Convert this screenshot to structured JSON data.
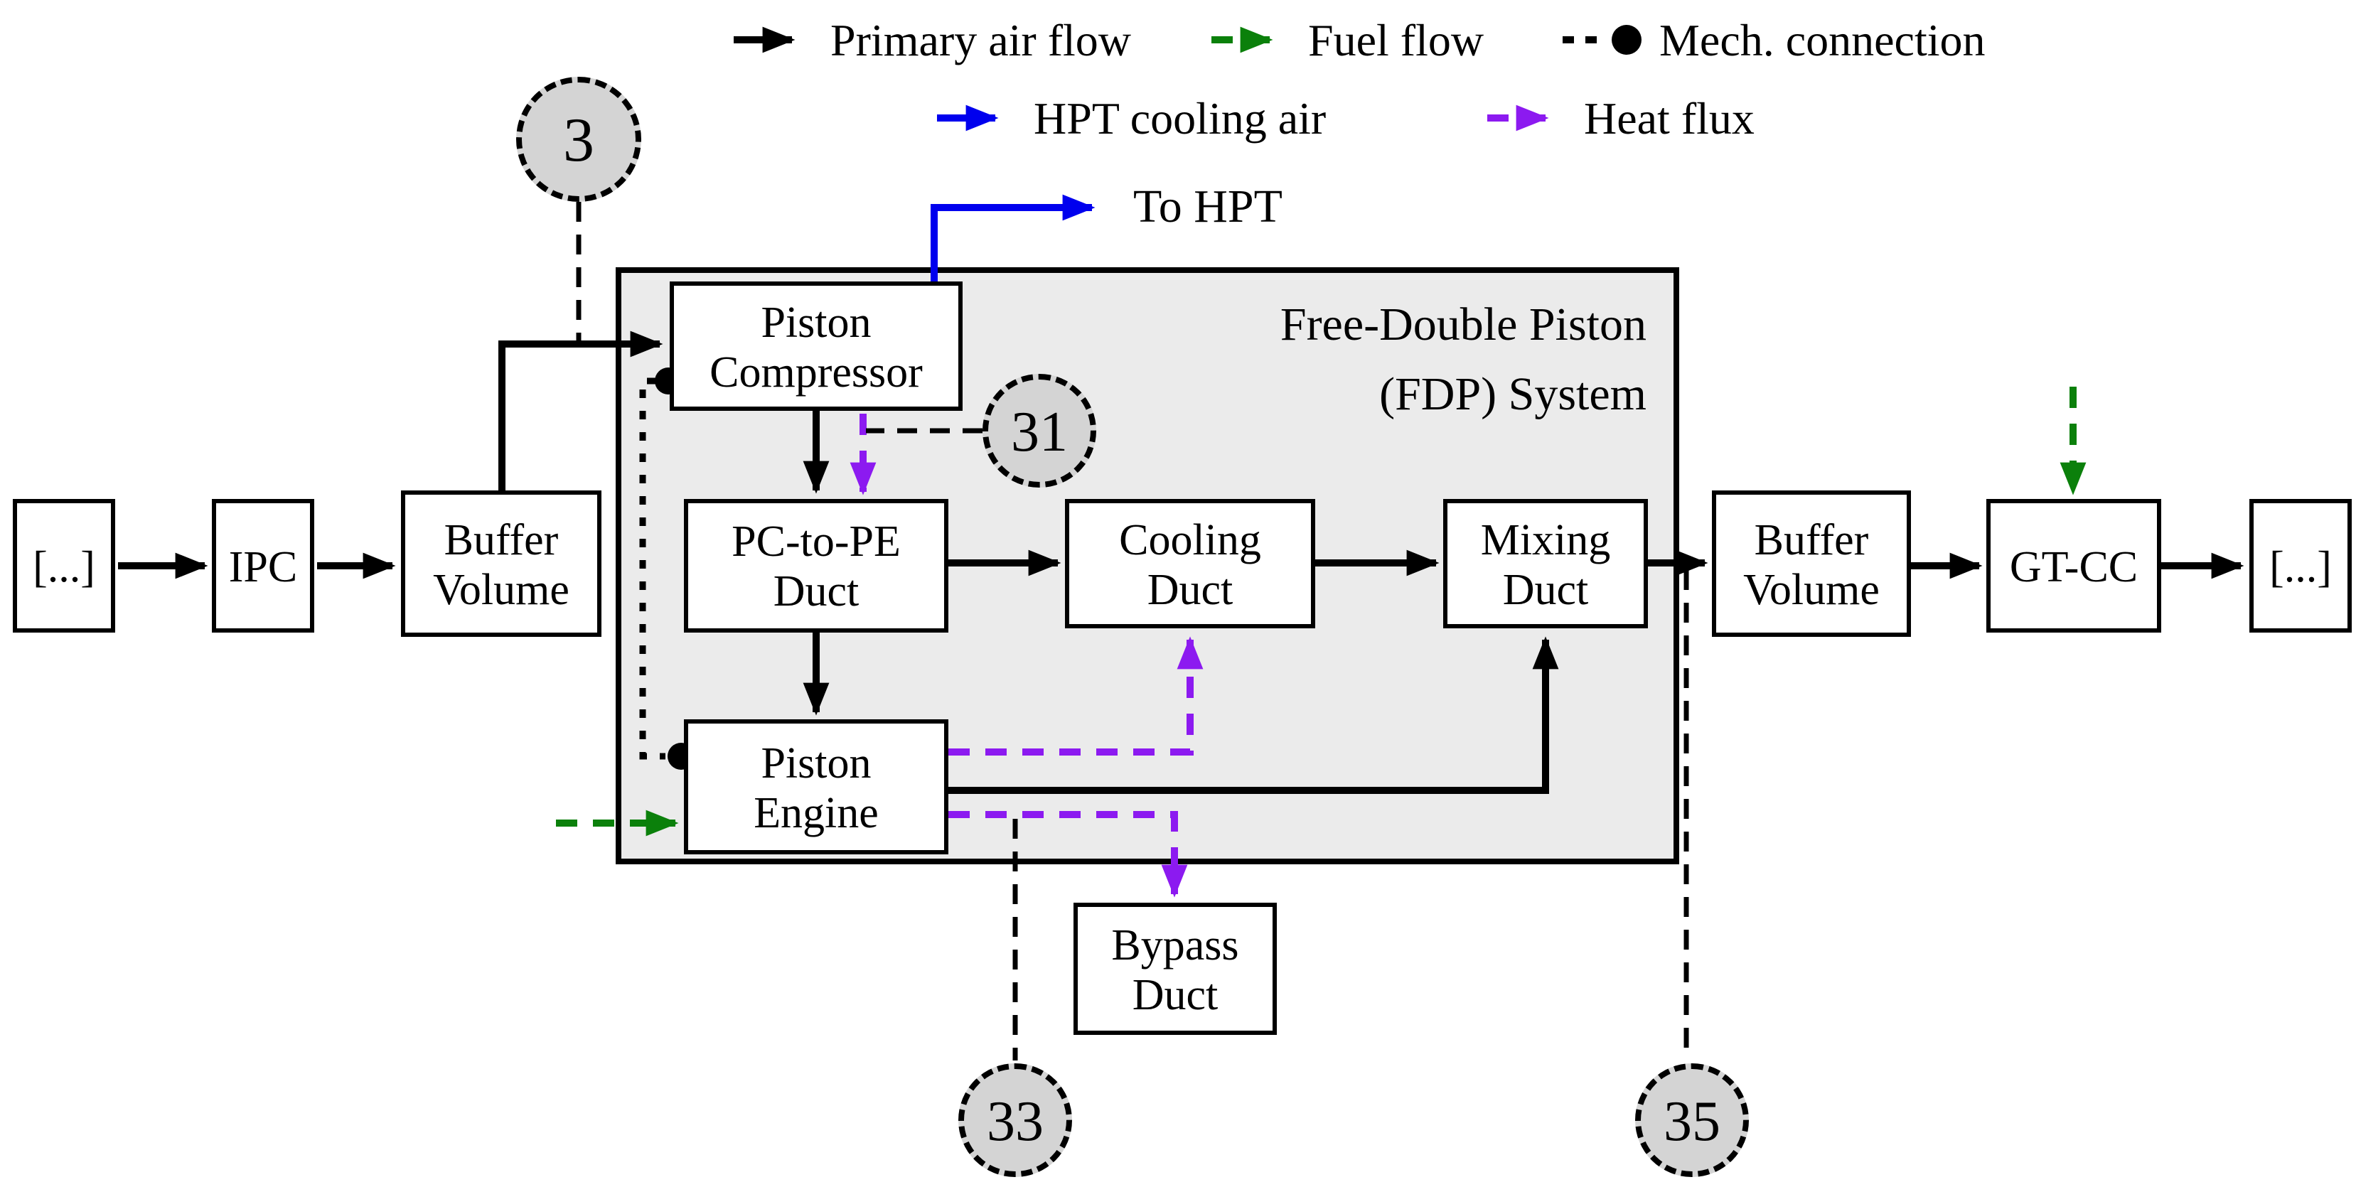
{
  "legend": {
    "primary_air_flow": "Primary air flow",
    "fuel_flow": "Fuel flow",
    "mech_connection": "Mech. connection",
    "hpt_cooling_air": "HPT cooling air",
    "heat_flux": "Heat flux"
  },
  "annotations": {
    "to_hpt": "To HPT"
  },
  "fdp_system": {
    "title_line1": "Free-Double Piston",
    "title_line2": "(FDP) System"
  },
  "stations": {
    "station_3": "3",
    "station_31": "31",
    "station_33": "33",
    "station_35": "35"
  },
  "components": {
    "upstream": "[...]",
    "ipc": "IPC",
    "buffer_volume_left": {
      "line1": "Buffer",
      "line2": "Volume"
    },
    "piston_compressor": {
      "line1": "Piston",
      "line2": "Compressor"
    },
    "pc_to_pe_duct": {
      "line1": "PC-to-PE",
      "line2": "Duct"
    },
    "cooling_duct": {
      "line1": "Cooling",
      "line2": "Duct"
    },
    "mixing_duct": {
      "line1": "Mixing",
      "line2": "Duct"
    },
    "piston_engine": {
      "line1": "Piston",
      "line2": "Engine"
    },
    "bypass_duct": {
      "line1": "Bypass",
      "line2": "Duct"
    },
    "buffer_volume_right": {
      "line1": "Buffer",
      "line2": "Volume"
    },
    "gt_cc": "GT-CC",
    "downstream": "[...]"
  },
  "colors": {
    "primary_air_flow": "#000000",
    "fuel_flow": "#0b800b",
    "hpt_cooling_air": "#0000ee",
    "heat_flux": "#8c1af0",
    "mech_connection": "#000000",
    "fdp_fill": "#ebebeb",
    "station_fill": "#d4d4d4"
  }
}
